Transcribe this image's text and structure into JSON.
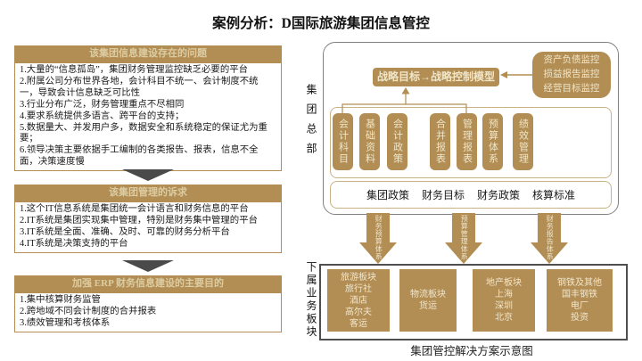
{
  "title": "案例分析：D国际旅游集团信息管控",
  "left_panel": {
    "boxes": [
      {
        "header": "该集团信息建设存在的问题",
        "items": [
          "1.大量的“信息孤岛”，集团财务管理监控缺乏必要的平台",
          "2.附属公司分布世界各地，会计科目不统一、会计制度不统一，导致会计信息缺乏可比性",
          "3.行业分布广泛，财务管理重点不尽相同",
          "4.要求系统提供多语言、跨平台的支持；",
          "5.数据量大、并发用户多，数据安全和系统稳定的保证尤为重要；",
          "6.领导决策主要依据手工编制的各类报告、报表，信息不全面，决策速度慢"
        ]
      },
      {
        "header": "该集团管理的诉求",
        "items": [
          "1.这个IT信息系统是集团统一会计语言和财务信息的平台",
          "2.IT系统是集团实现集中管理，特别是财务集中管理的平台",
          "3.IT系统是全面、准确、及时、可靠的财务分析平台",
          "4.IT系统是决策支持的平台"
        ]
      },
      {
        "header": "加强 ERP 财务信息建设的主要目的",
        "items": [
          "1.集中核算财务监管",
          "2.跨地域不同会计制度的合并报表",
          "3.绩效管理和考核体系"
        ]
      }
    ]
  },
  "right_panel": {
    "hq_label": "集团总部",
    "strategy_box": "战略目标→战略控制模型",
    "monitor_lines": [
      "资产负债监控",
      "损益报告监控",
      "经营目标监控"
    ],
    "pillars": [
      "会计科目",
      "基础资料",
      "会计政策",
      "合并报表",
      "管理报表",
      "预算体系",
      "绩效管理"
    ],
    "policy_items": [
      "集团政策",
      "财务目标",
      "财务政策",
      "核算标准"
    ],
    "flow_arrows": [
      "财务预算体系",
      "预算管理体系",
      "财务报告体系"
    ],
    "business_label": "下属业务板块",
    "business_units": [
      [
        "旅游板块",
        "旅行社",
        "酒店",
        "高尔夫",
        "客运"
      ],
      [
        "物流板块",
        "货运"
      ],
      [
        "地产板块",
        "上海",
        "深圳",
        "北京"
      ],
      [
        "钢铁及其他",
        "国丰钢铁",
        "电厂",
        "投资"
      ]
    ],
    "caption": "集团管控解决方案示意图"
  },
  "colors": {
    "gold": "#B28E55",
    "gold_text_light": "#EFE5C8",
    "gold_text_header": "#DCCCA2",
    "dark_arrow": "#4A4A4A",
    "container_border": "#808080"
  }
}
